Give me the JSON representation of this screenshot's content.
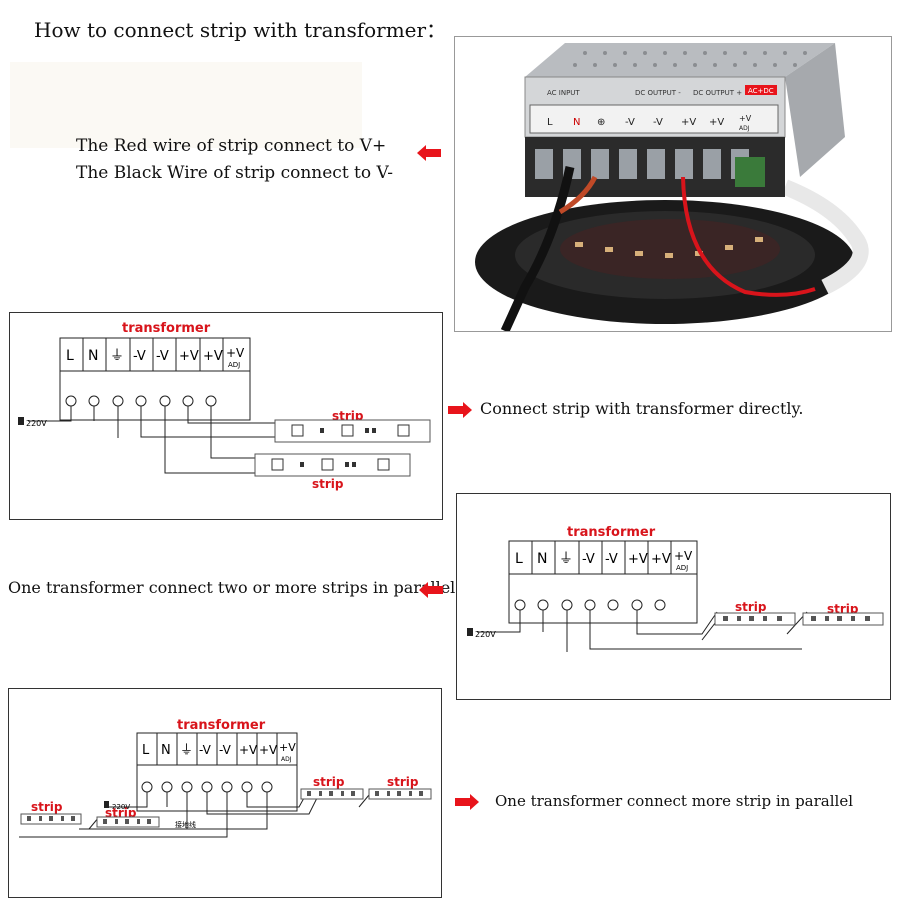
{
  "title": "How to connect strip with transformer：",
  "instructions": {
    "red": "The Red wire of strip connect to V+",
    "black": "The Black Wire of strip connect to V-"
  },
  "photo": {
    "ac_input": "AC INPUT",
    "dc_output_minus": "DC OUTPUT -",
    "dc_output_plus": "DC OUTPUT +",
    "acdc_badge": "AC+DC",
    "terminals": [
      "L",
      "N",
      "⊕",
      "-V",
      "-V",
      "+V",
      "+V",
      "+V"
    ],
    "adj": "ADJ"
  },
  "diagram": {
    "transformer_label": "transformer",
    "strip_label": "strip",
    "terminals": [
      "L",
      "N",
      "⏚",
      "-V",
      "-V",
      "+V",
      "+V",
      "+V"
    ],
    "adj_label": "ADJ",
    "voltage": "220V",
    "ground_label": "接地线"
  },
  "captions": {
    "direct": "Connect strip with transformer directly.",
    "parallel_two": "One transformer connect two or more strips in parallel",
    "parallel_more": "One transformer connect more strip in parallel"
  },
  "colors": {
    "arrow": "#e8141b",
    "label_red": "#d8141b"
  }
}
